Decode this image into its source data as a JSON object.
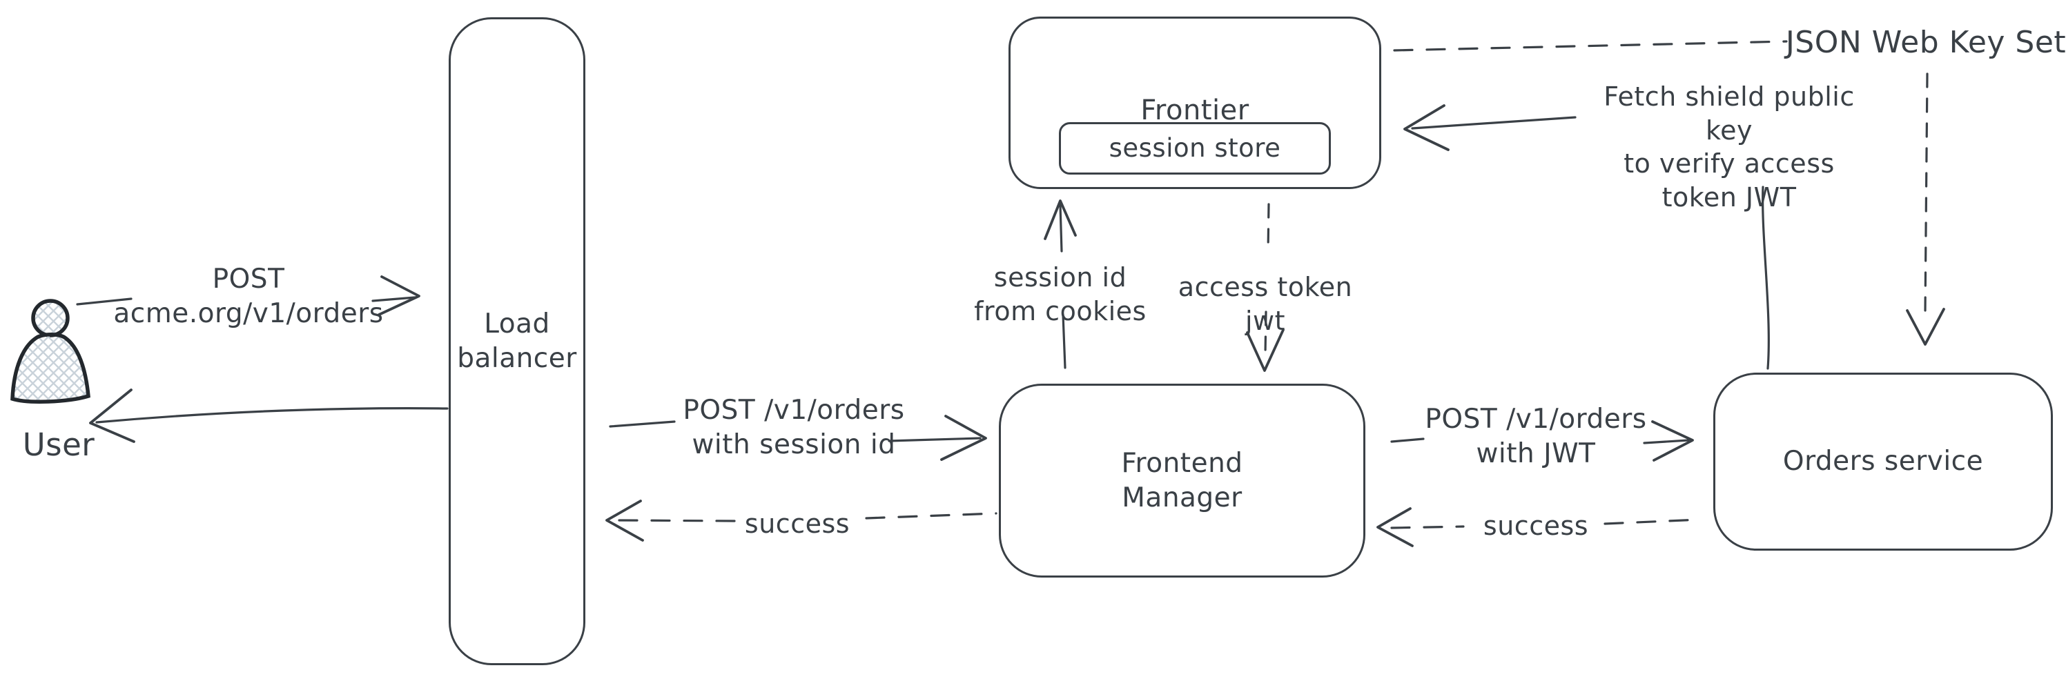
{
  "canvas": {
    "background": "#ffffff",
    "ink_color": "#3a4046",
    "hatch_color": "#c9d2da"
  },
  "nodes": {
    "user": {
      "label": "User",
      "icon": "person-icon"
    },
    "load_balancer": {
      "label": "Load\nbalancer"
    },
    "frontier": {
      "label": "Frontier"
    },
    "session_store": {
      "label": "session store"
    },
    "frontend_manager": {
      "label": "Frontend\nManager"
    },
    "orders_service": {
      "label": "Orders service"
    },
    "jwks": {
      "label": "JSON Web Key Set"
    }
  },
  "edges": {
    "user_to_load_balancer": {
      "label": "POST\nacme.org/v1/orders",
      "style": "solid"
    },
    "load_balancer_to_user": {
      "label": "",
      "style": "solid"
    },
    "load_balancer_to_frontend_manager": {
      "label": "POST /v1/orders\nwith session id",
      "style": "solid"
    },
    "frontend_manager_to_load_balancer": {
      "label": "success",
      "style": "dashed"
    },
    "frontend_manager_to_frontier": {
      "label": "session id\nfrom cookies",
      "style": "solid"
    },
    "frontier_to_frontend_manager": {
      "label": "access token\njwt",
      "style": "dashed"
    },
    "frontend_manager_to_orders_service": {
      "label": "POST /v1/orders\nwith JWT",
      "style": "solid"
    },
    "orders_service_to_frontend_manager": {
      "label": "success",
      "style": "dashed"
    },
    "orders_service_to_frontier": {
      "label": "Fetch shield public key\nto verify access\ntoken JWT",
      "style": "solid"
    },
    "frontier_to_jwks": {
      "label": "",
      "style": "dashed"
    },
    "jwks_to_orders_service": {
      "label": "",
      "style": "dashed"
    }
  }
}
